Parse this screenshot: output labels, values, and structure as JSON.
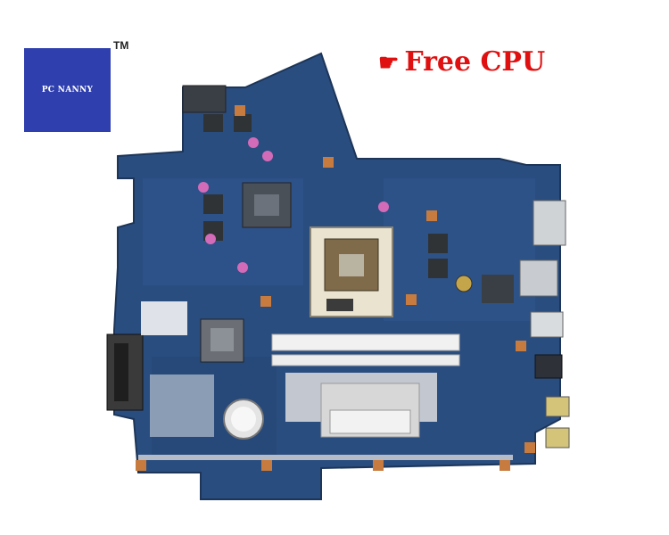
{
  "brand": {
    "logo_text": "PC NANNY",
    "trademark": "TM"
  },
  "promo": {
    "icon": "pointing-hand-icon",
    "icon_glyph": "☛",
    "text": "Free CPU"
  },
  "colors": {
    "logo_bg": "#2f3fae",
    "promo_red": "#e01010",
    "board_blue": "#2a4d80"
  }
}
